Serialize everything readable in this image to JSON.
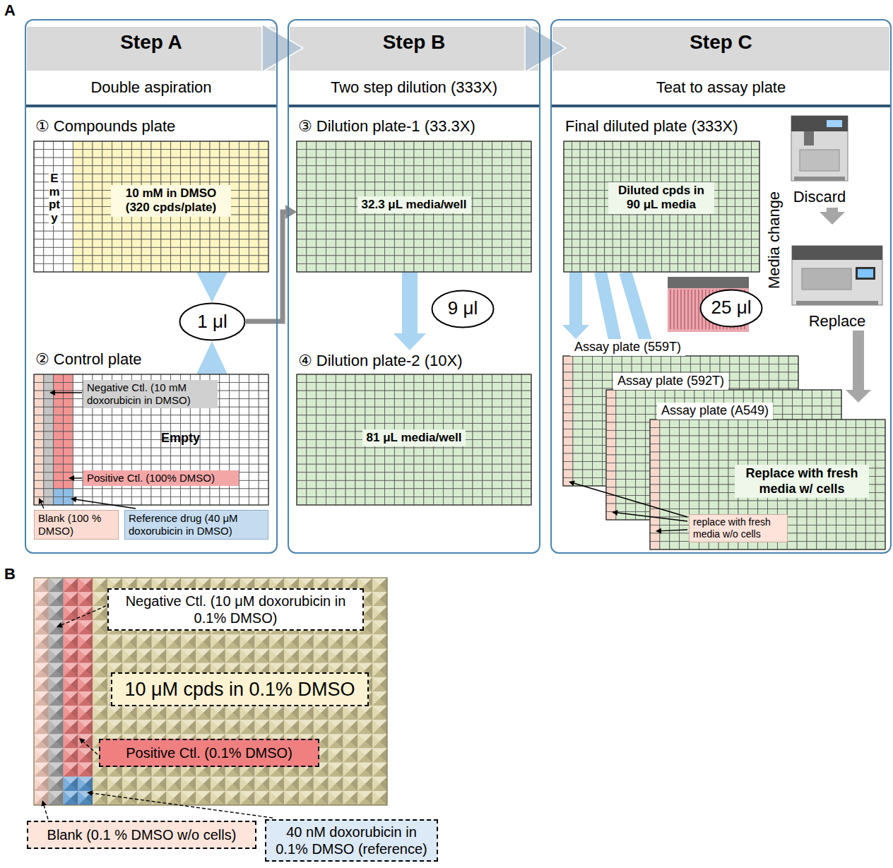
{
  "diagram": {
    "nodes": [
      {
        "text": [
          "Step A",
          "Double aspiration"
        ]
      },
      {
        "text": [
          "① Compounds plate",
          "Empty",
          "10 mM in DMSO (320 cpds/plate)"
        ],
        "in": 0
      },
      {
        "text": [
          "1 μl"
        ],
        "in": 0
      },
      {
        "text": [
          "② Control plate",
          "Empty"
        ],
        "in": 0
      },
      {
        "text": [
          "Negative Ctl. (10 mM doxorubicin in DMSO)"
        ],
        "in": 3
      },
      {
        "text": [
          "Positive Ctl. (100% DMSO)"
        ],
        "in": 3
      },
      {
        "text": [
          "Blank (100 % DMSO)"
        ],
        "in": 0
      },
      {
        "text": [
          "Reference drug (40 μM doxorubicin in DMSO)"
        ],
        "in": 0
      },
      {
        "text": [
          "Step B",
          "Two step dilution (333X)"
        ]
      },
      {
        "text": [
          "③ Dilution plate-1 (33.3X)",
          "32.3 μL media/well"
        ],
        "in": 8
      },
      {
        "text": [
          "④ Dilution plate-2 (10X)",
          "81 μL media/well"
        ],
        "in": 8
      },
      {
        "text": [
          "Step C",
          "Teat to assay plate"
        ]
      },
      {
        "text": [
          "Final diluted plate (333X)",
          "Diluted cpds in 90 μL media"
        ],
        "in": 11
      },
      {
        "text": [
          "Discard"
        ],
        "in": 11
      },
      {
        "text": [
          "Replace"
        ],
        "in": 11
      },
      {
        "text": [
          "Assay plate (559T)"
        ],
        "in": 11
      },
      {
        "text": [
          "Assay plate (592T)"
        ],
        "in": 11
      },
      {
        "text": [
          "Assay plate (A549)",
          "Replace with fresh media w/ cells"
        ],
        "in": 11
      },
      {
        "text": [
          "replace with fresh media w/o cells"
        ],
        "in": 11
      },
      {
        "text": [
          "Negative Ctl. (10 μM doxorubicin in 0.1% DMSO)"
        ]
      },
      {
        "text": [
          "10 μM cpds in 0.1% DMSO"
        ]
      },
      {
        "text": [
          "Positive Ctl. (0.1% DMSO)"
        ]
      },
      {
        "text": [
          "Blank (0.1 % DMSO w/o cells)"
        ]
      },
      {
        "text": [
          "40 nM doxorubicin in 0.1% DMSO (reference)"
        ]
      }
    ],
    "edges": [
      {
        "from": 0,
        "to": 8,
        "arrow": "to"
      },
      {
        "from": 8,
        "to": 11,
        "arrow": "to"
      },
      {
        "from": 1,
        "to": 2,
        "arrow": "to"
      },
      {
        "from": 3,
        "to": 2,
        "arrow": "to"
      },
      {
        "from": 2,
        "to": 9,
        "arrow": "to"
      },
      {
        "from": 9,
        "to": 10,
        "label": "9 μl",
        "arrow": "to"
      },
      {
        "from": 12,
        "to": 15,
        "arrow": "to"
      },
      {
        "from": 12,
        "to": 16,
        "arrow": "to"
      },
      {
        "from": 12,
        "to": 17,
        "label": "25 μl",
        "arrow": "to"
      },
      {
        "from": 13,
        "to": 14,
        "arrow": "to"
      },
      {
        "from": 14,
        "to": 17,
        "arrow": "to"
      }
    ],
    "labels": [
      "A",
      "Media change",
      "B"
    ]
  }
}
